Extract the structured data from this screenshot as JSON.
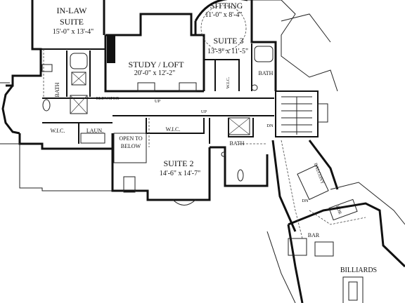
{
  "rooms": {
    "in_law_suite": {
      "name_line1": "IN-LAW",
      "name_line2": "SUITE",
      "size": "15'-0\" x 13'-4\""
    },
    "sitting": {
      "name": "SITTING",
      "size": "11'-0\" x 8'-4\""
    },
    "suite3": {
      "name": "SUITE 3",
      "size": "13'-3\" x 11'-5\""
    },
    "study_loft": {
      "name": "STUDY / LOFT",
      "size": "20'-0\" x 12'-2\""
    },
    "suite2": {
      "name": "SUITE 2",
      "size": "14'-6\" x 14'-7\""
    },
    "open_to_below": {
      "line1": "OPEN TO",
      "line2": "BELOW"
    },
    "billiards": {
      "name": "BILLIARDS"
    },
    "bar": {
      "name": "BAR"
    }
  },
  "labels": {
    "bath_inlaw": "BATH",
    "bath_suite3": "BATH",
    "bath_suite2": "BATH",
    "wic_suite3": "W.I.C.",
    "wic_inlaw": "W.I.C.",
    "wic_suite2": "W.I.C.",
    "laundry": "LAUN.",
    "elevator": "ELEVATOR",
    "up_loft": "UP",
    "up_hall": "UP",
    "dn_stair": "DN",
    "dn_lower": "DN",
    "balcony": "BALCONY",
    "pdr": "PDR"
  }
}
